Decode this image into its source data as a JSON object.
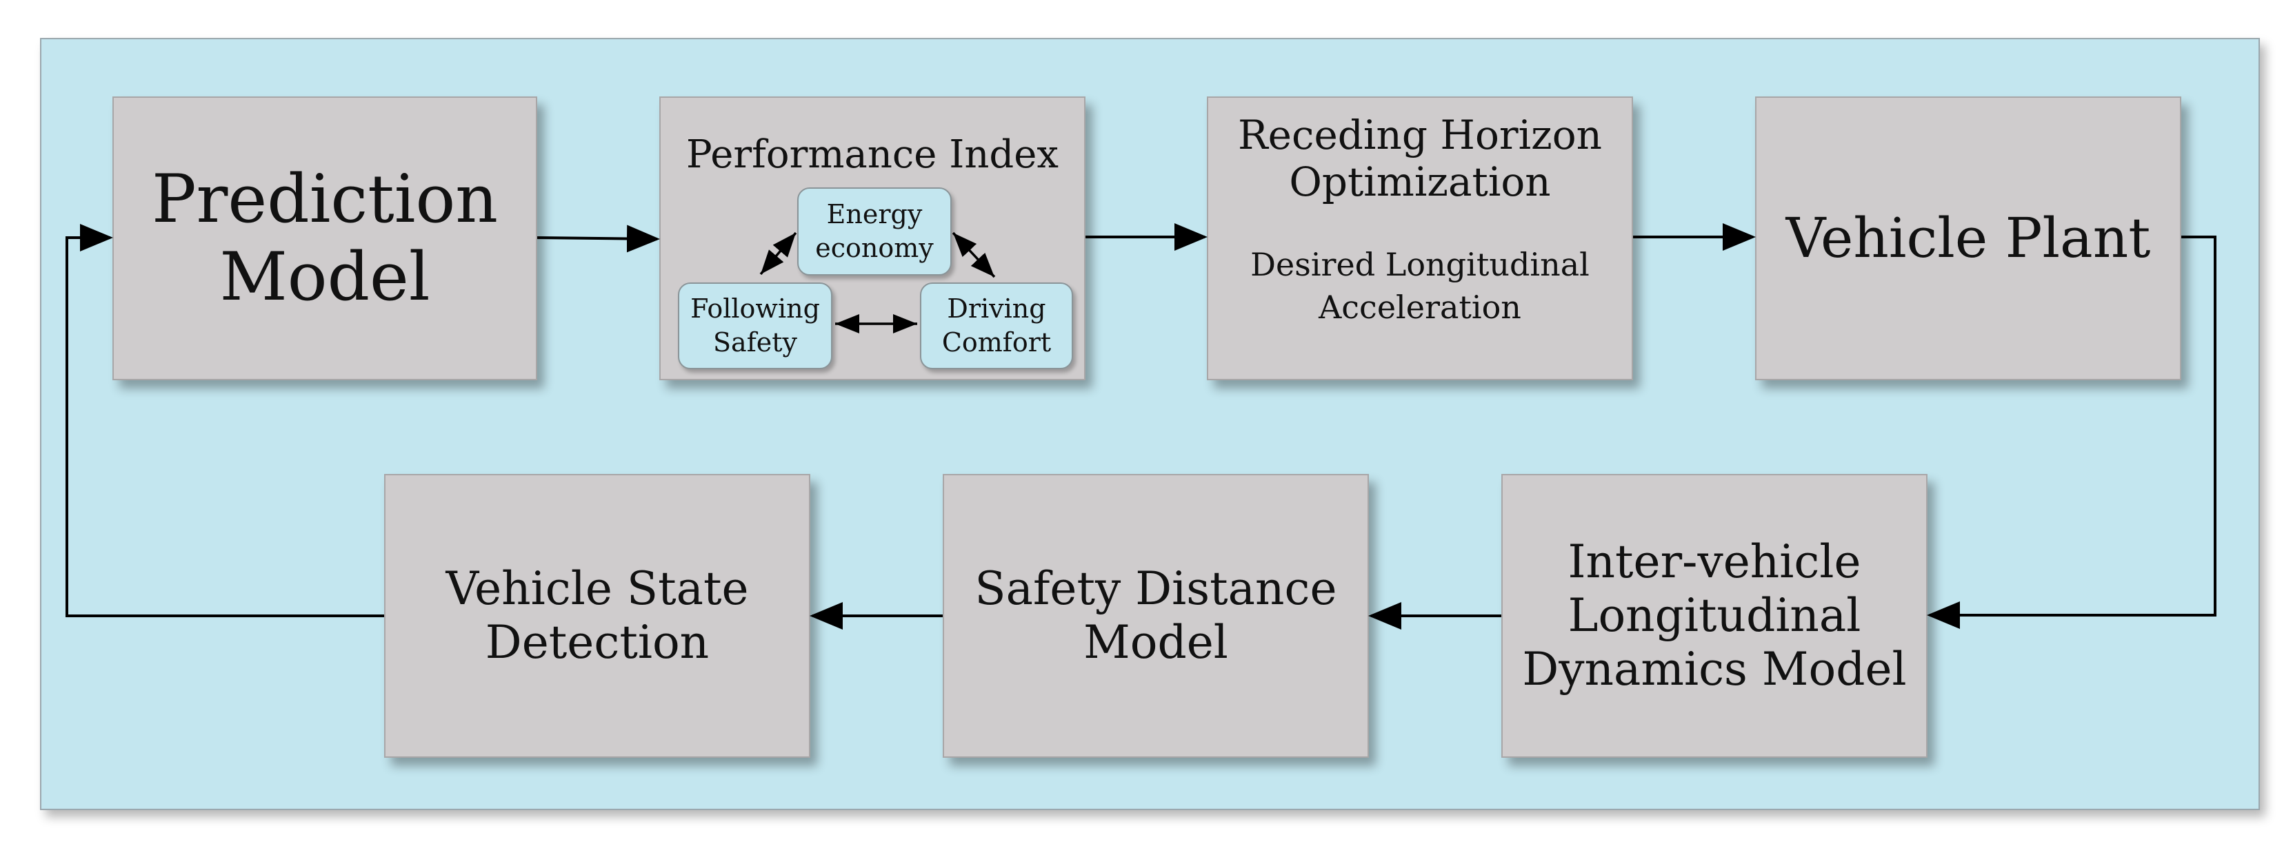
{
  "blocks": {
    "prediction_model": {
      "line1": "Prediction",
      "line2": "Model"
    },
    "performance_index": {
      "title": "Performance Index",
      "energy": {
        "line1": "Energy",
        "line2": "economy"
      },
      "following": {
        "line1": "Following",
        "line2": "Safety"
      },
      "driving": {
        "line1": "Driving",
        "line2": "Comfort"
      }
    },
    "receding_horizon": {
      "line1": "Receding Horizon",
      "line2": "Optimization",
      "sub1": "Desired Longitudinal",
      "sub2": "Acceleration"
    },
    "vehicle_plant": {
      "label": "Vehicle Plant"
    },
    "inter_vehicle": {
      "line1": "Inter-vehicle",
      "line2": "Longitudinal",
      "line3": "Dynamics Model"
    },
    "safety_distance": {
      "line1": "Safety Distance",
      "line2": "Model"
    },
    "vehicle_state": {
      "line1": "Vehicle State",
      "line2": "Detection"
    }
  },
  "colors": {
    "panel_background": "#c3e6ef",
    "block_fill": "#cfcccd",
    "pill_fill": "#c3e6ef",
    "arrow": "#000000"
  }
}
